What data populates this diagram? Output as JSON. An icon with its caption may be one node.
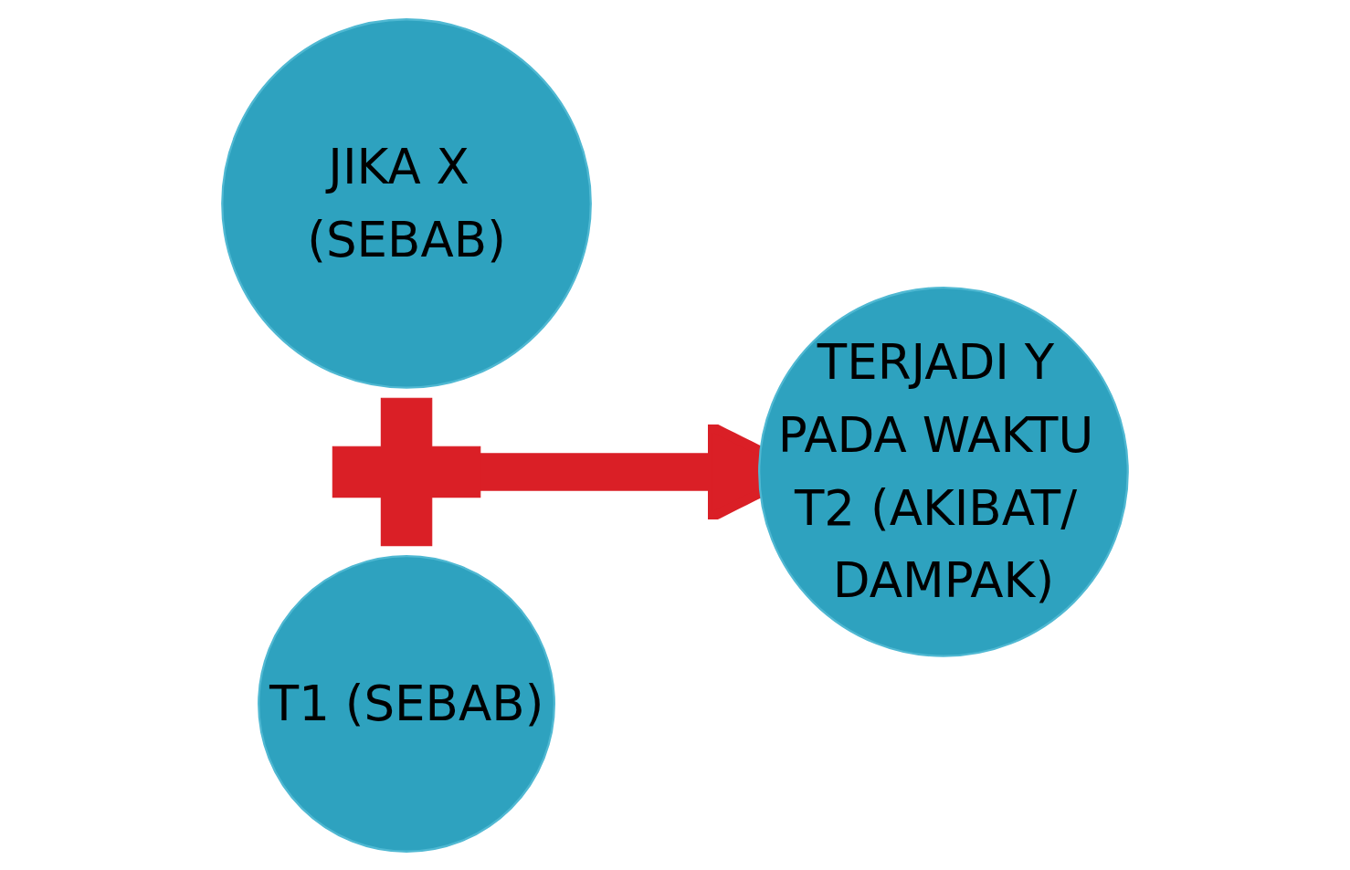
{
  "diagram": {
    "nodes": [
      {
        "text": [
          "JIKA X (SEBAB)"
        ]
      },
      {
        "text": [],
        "shape": "plus"
      },
      {
        "text": [
          "T1 (SEBAB)"
        ]
      },
      {
        "text": [
          "TERJADI Y PADA WAKTU T2 (AKIBAT/ DAMPAK)"
        ]
      }
    ],
    "edges": [
      {
        "from": 1,
        "to": 3,
        "arrow": "to",
        "color": "#da1f26"
      }
    ]
  }
}
